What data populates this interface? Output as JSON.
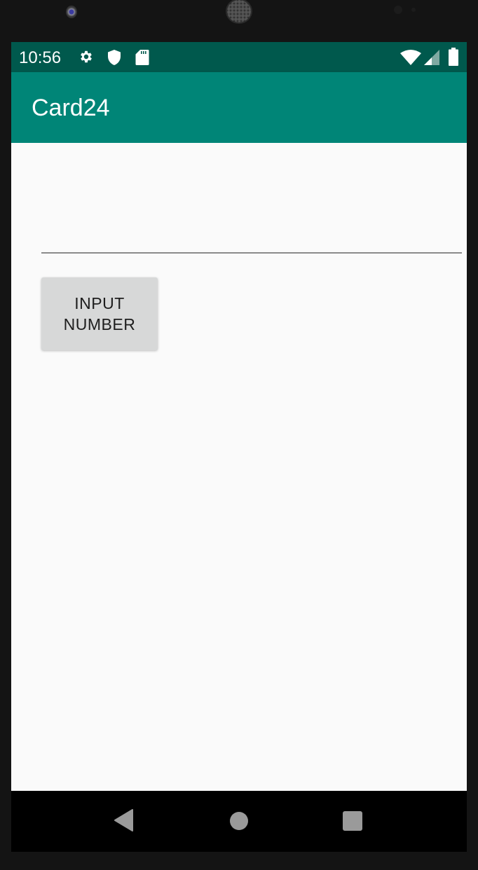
{
  "status_bar": {
    "time": "10:56",
    "left_icons": [
      "gear-icon",
      "shield-icon",
      "sd-card-icon"
    ],
    "right_icons": [
      "wifi-icon",
      "cell-signal-icon",
      "battery-icon"
    ]
  },
  "app_bar": {
    "title": "Card24"
  },
  "main": {
    "number_input": {
      "value": "",
      "placeholder": ""
    },
    "input_number_button": {
      "label": "INPUT NUMBER"
    }
  },
  "nav_bar": {
    "buttons": [
      "back",
      "home",
      "recents"
    ]
  },
  "colors": {
    "status_bar": "#00594d",
    "app_bar": "#008577",
    "background": "#fafafa",
    "button": "#d7d8d8",
    "nav_bar": "#000000",
    "nav_icons": "#9a9a9a"
  }
}
